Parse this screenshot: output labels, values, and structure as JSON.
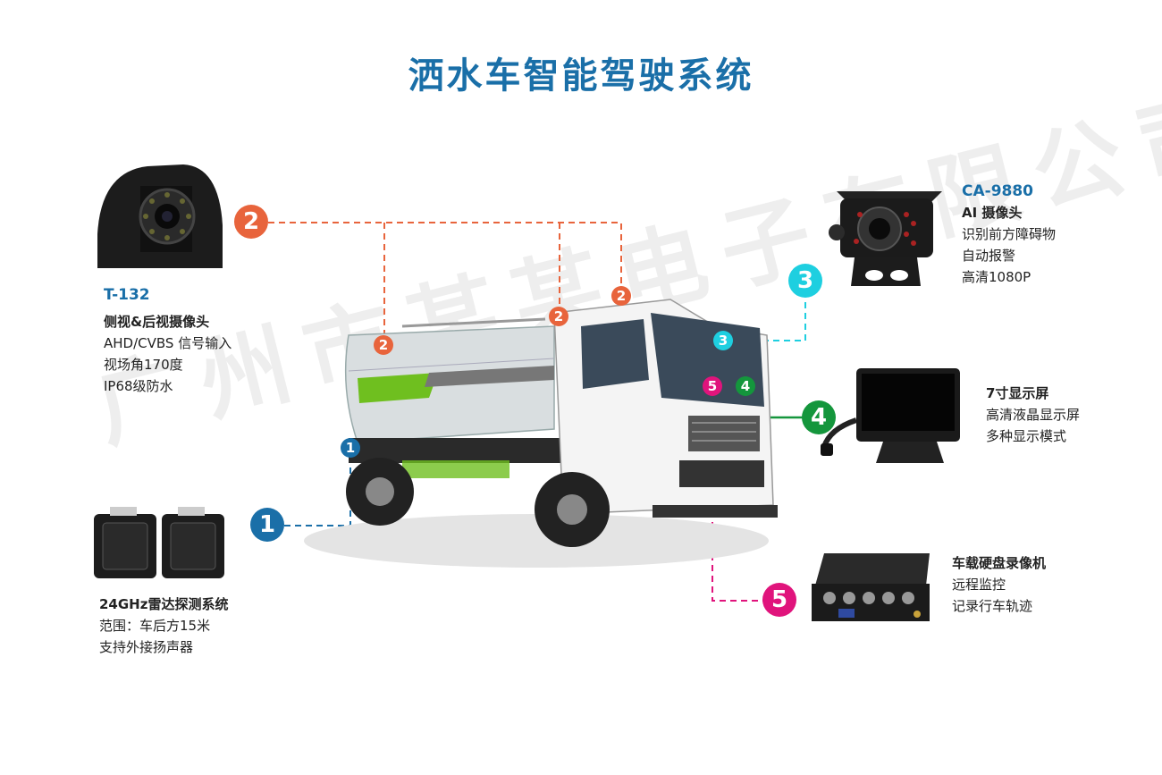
{
  "title": "洒水车智能驾驶系统",
  "watermark": "广州市某某电子有限公司",
  "colors": {
    "c1": "#1a6fa8",
    "c2": "#e8643c",
    "c3": "#1ecfe0",
    "c4": "#14963c",
    "c5": "#e0147c"
  },
  "cam1": {
    "model": "T-132",
    "name": "侧视&后视摄像头",
    "l1": "AHD/CVBS 信号输入",
    "l2": "视场角170度",
    "l3": "IP68级防水"
  },
  "cam2": {
    "model": "CA-9880",
    "name": "AI 摄像头",
    "l1": "识别前方障碍物",
    "l2": "自动报警",
    "l3": "高清1080P"
  },
  "display": {
    "name": "7寸显示屏",
    "l1": "高清液晶显示屏",
    "l2": "多种显示模式"
  },
  "dvr": {
    "name": "车载硬盘录像机",
    "l1": "远程监控",
    "l2": "记录行车轨迹"
  },
  "radar": {
    "name": "24GHz雷达探测系统",
    "l1": "范围：车后方15米",
    "l2": "支持外接扬声器"
  },
  "badges": {
    "n1": "1",
    "n2": "2",
    "n3": "3",
    "n4": "4",
    "n5": "5"
  }
}
